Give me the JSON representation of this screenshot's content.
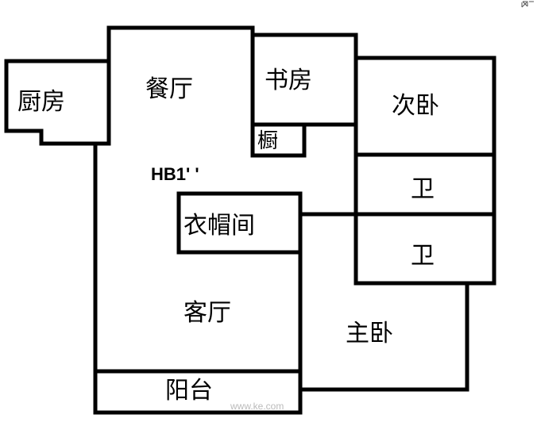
{
  "floorplan": {
    "code": "HB1' '",
    "rooms": {
      "kitchen": "厨房",
      "dining": "餐厅",
      "study": "书房",
      "cabinet": "橱",
      "second_bedroom": "次卧",
      "bath_1": "卫",
      "bath_2": "卫",
      "cloakroom": "衣帽间",
      "living_room": "客厅",
      "master_bedroom": "主卧",
      "balcony": "阳台"
    },
    "watermark": "www.ke.com",
    "expand_icon": "expand-icon"
  }
}
